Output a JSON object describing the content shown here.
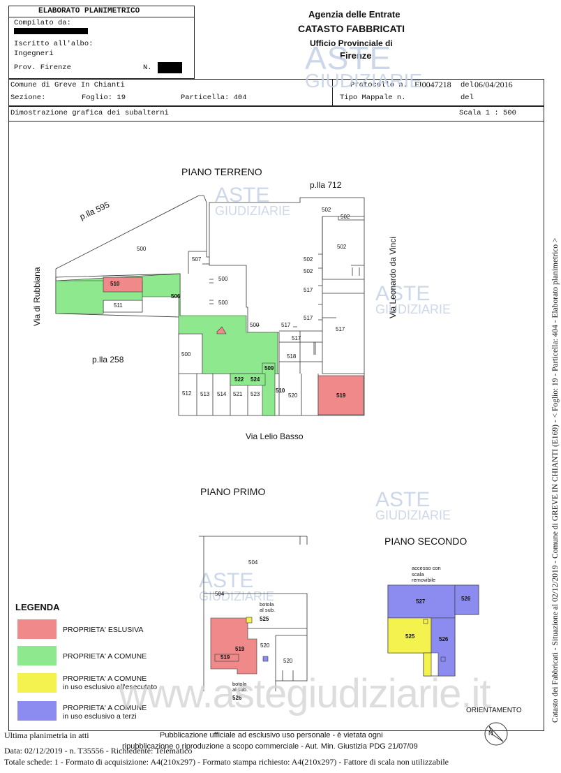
{
  "header": {
    "elaborato_title": "ELABORATO PLANIMETRICO",
    "compilato": "Compilato da:",
    "iscritto": "Iscritto all'albo:",
    "albo": "Ingegneri",
    "prov": "Prov. Firenze",
    "n_label": "N.",
    "agency_1": "Agenzia delle Entrate",
    "agency_2": "CATASTO FABBRICATI",
    "agency_3": "Ufficio Provinciale di",
    "agency_4": "Firenze"
  },
  "info": {
    "comune": "Comune di Greve In Chianti",
    "sezione": "Sezione:",
    "foglio": "Foglio: 19",
    "particella": "Particella: 404",
    "protocollo_label": "Protocollo n.",
    "protocollo_value": "FI0047218",
    "del_label": "del",
    "del_value": "06/04/2016",
    "tipo_mappale": "Tipo Mappale n.",
    "del2": "del",
    "dimostrazione": "Dimostrazione grafica dei subalterni",
    "scala": "Scala 1 : 500"
  },
  "side_text": "Catasto dei Fabbricati - Situazione al 02/12/2019 - Comune di GREVE IN CHIANTI (E169) - < Foglio: 19 - Particella: 404 - Elaborato planimetrico >",
  "watermark": {
    "aste": "ASTE",
    "giudiziarie": "GIUDIZIARIE",
    "url": "www.astegiudiziarie.it"
  },
  "plan": {
    "piano_terreno": "PIANO TERRENO",
    "piano_primo": "PIANO PRIMO",
    "piano_secondo": "PIANO SECONDO",
    "plla_712": "p.lla 712",
    "plla_595": "p.lla 595",
    "plla_258": "p.lla 258",
    "via_rubbiana": "Via di Rubbiana",
    "via_leonardo": "Via Leonardo da Vinci",
    "via_lelio": "Via Lelio Basso",
    "botola": "botola\nal sub.",
    "accesso": "accesso con\nscala\nremovibile",
    "orientamento": "ORIENTAMENTO",
    "north": "N"
  },
  "legend": {
    "title": "LEGENDA",
    "items": [
      {
        "label": "PROPRIETA' ESLUSIVA",
        "color": "#f08a8a"
      },
      {
        "label": "PROPRIETA' A COMUNE",
        "color": "#8ee88e"
      },
      {
        "label": "PROPRIETA' A COMUNE\nin uso esclusivo all'esecutato",
        "color": "#f4f24e"
      },
      {
        "label": "PROPRIETA' A COMUNE\nin uso esclusivo a terzi",
        "color": "#8c8cf0"
      }
    ]
  },
  "footer": {
    "ultima": "Ultima planimetria in atti",
    "pubblicazione": "Pubblicazione ufficiale ad esclusivo uso personale - è vietata ogni",
    "data": "Data: 02/12/2019 - n. T35556 - Richiedente: Telematico",
    "ripubblicazione": "ripubblicazione o riproduzione a scopo commerciale - Aut. Min. Giustizia PDG 21/07/09",
    "totale": "Totale schede: 1 - Formato di acquisizione: A4(210x297) - Formato stampa richiesto: A4(210x297) - Fattore di scala non utilizzabile"
  }
}
